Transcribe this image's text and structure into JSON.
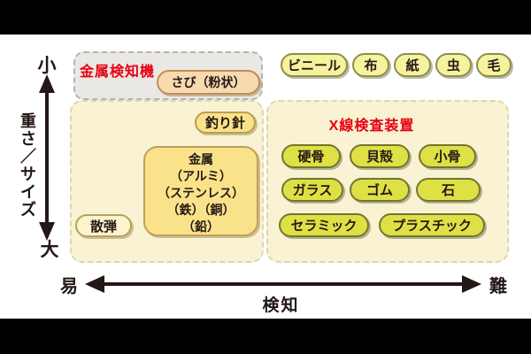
{
  "colors": {
    "frame_bar": "#000000",
    "red_label": "#e60012",
    "zone_gray": "#eae8e4",
    "zone_cream": "#f9f3d3",
    "pill_pale_yellow": "#f5f2a0",
    "pill_green": "#dee045",
    "pill_yellow": "#fae28a",
    "pill_peach": "#f9d9ae",
    "pill_cream": "#fdf3cd",
    "axis_ink": "#231815"
  },
  "axes": {
    "vertical": {
      "top": "小",
      "bottom": "大",
      "label": "重さ／サイズ"
    },
    "horizontal": {
      "left": "易",
      "right": "難",
      "label": "検知"
    }
  },
  "metal_detector_zone": {
    "title": "金属検知機",
    "rust_pill": "さび（粉状）"
  },
  "yellow_zone": {
    "hook_pill": "釣り針",
    "metal_box_lines": [
      "金属",
      "（アルミ）",
      "（ステンレス）",
      "（鉄）（銅）",
      "（鉛）"
    ],
    "shot_pill": "散弾"
  },
  "top_pills": [
    "ビニール",
    "布",
    "紙",
    "虫",
    "毛"
  ],
  "xray_zone": {
    "title": "X線検査装置",
    "pills": [
      "硬骨",
      "貝殻",
      "小骨",
      "ガラス",
      "ゴム",
      "石",
      "セラミック",
      "プラスチック"
    ]
  }
}
